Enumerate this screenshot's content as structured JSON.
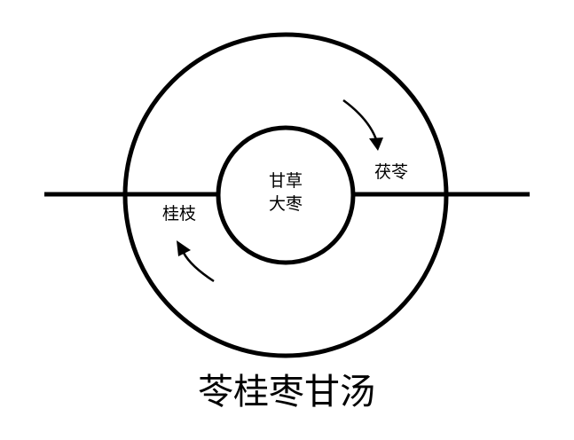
{
  "diagram": {
    "center_line1": "甘草",
    "center_line2": "大枣",
    "right_label": "茯苓",
    "left_label": "桂枝",
    "title": "苓桂枣甘汤"
  },
  "colors": {
    "stroke": "#000000",
    "background": "#ffffff"
  }
}
